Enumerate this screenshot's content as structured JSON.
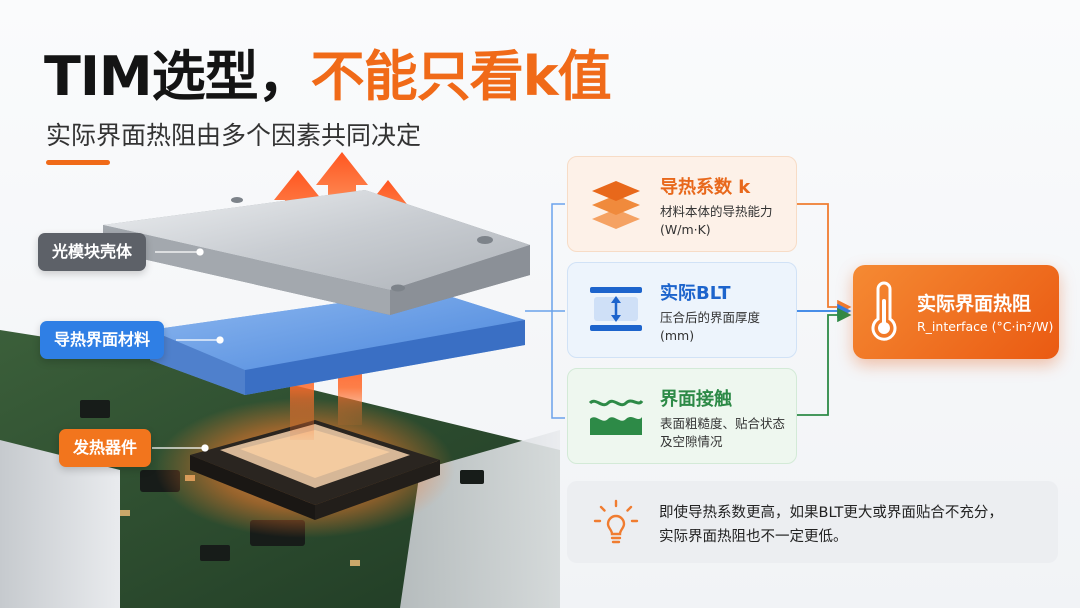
{
  "header": {
    "title_part1": "TIM选型，",
    "title_part2": "不能只看k值",
    "subtitle": "实际界面热阻由多个因素共同决定"
  },
  "labels": {
    "housing": "光模块壳体",
    "tim": "导热界面材料",
    "heat_source": "发热器件"
  },
  "factors": [
    {
      "title": "导热系数 k",
      "desc_line1": "材料本体的导热能力",
      "desc_line2": "(W/m·K)",
      "icon": "layers-icon",
      "color": "#e8681b"
    },
    {
      "title": "实际BLT",
      "desc_line1": "压合后的界面厚度",
      "desc_line2": "(mm)",
      "icon": "thickness-icon",
      "color": "#1d64cc"
    },
    {
      "title": "界面接触",
      "desc_line1": "表面粗糙度、贴合状态",
      "desc_line2": "及空隙情况",
      "icon": "surface-contact-icon",
      "color": "#2d8a47"
    }
  ],
  "result": {
    "title": "实际界面热阻",
    "formula": "R_interface (°C·in²/W)",
    "icon": "thermometer-icon"
  },
  "note": {
    "line1": "即使导热系数更高，如果BLT更大或界面贴合不充分，",
    "line2": "实际界面热阻也不一定更低。",
    "icon": "lightbulb-icon"
  },
  "colors": {
    "accent": "#f06a18",
    "blue": "#2f7fe5",
    "green": "#2d8a47",
    "gray_tag": "#5d6168"
  }
}
